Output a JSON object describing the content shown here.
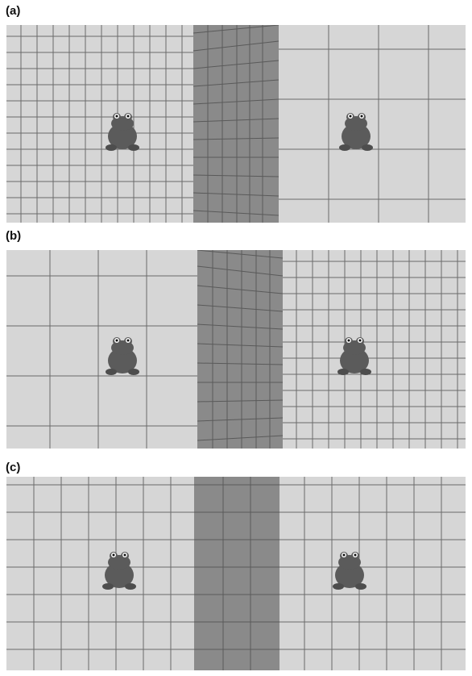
{
  "panels": [
    {
      "label": "(a)",
      "left_grid": "fine",
      "right_grid": "coarse",
      "corridor": "perspective"
    },
    {
      "label": "(b)",
      "left_grid": "coarse",
      "right_grid": "fine",
      "corridor": "perspective"
    },
    {
      "label": "(c)",
      "left_grid": "medium",
      "right_grid": "medium",
      "corridor": "uniform"
    }
  ],
  "figure": {
    "object_icon": "frog-icon"
  },
  "colors": {
    "wall": "#d6d6d6",
    "corridor": "#8a8a8a",
    "grid_line": "#6a6a6a",
    "frog": "#5b5b5b"
  }
}
